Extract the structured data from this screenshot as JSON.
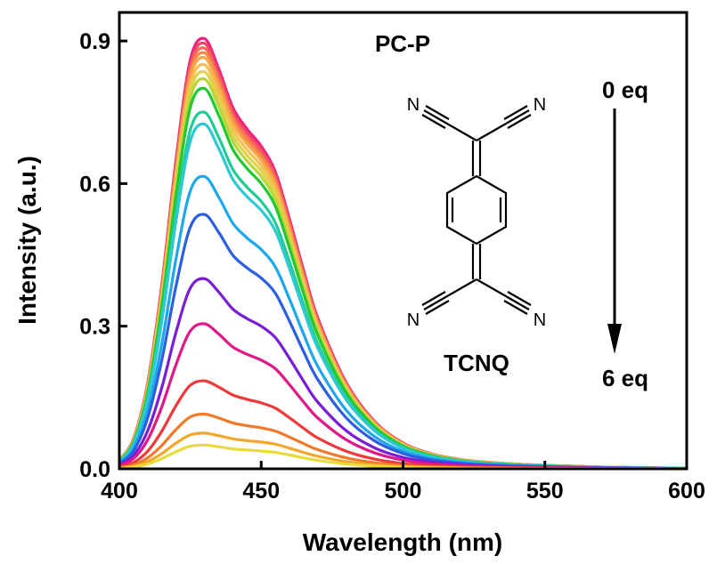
{
  "chart_data": {
    "type": "line",
    "title": "PC-P",
    "xlabel": "Wavelength (nm)",
    "ylabel": "Intensity (a.u.)",
    "xlim": [
      400,
      600
    ],
    "ylim": [
      0,
      0.96
    ],
    "xticks": [
      "400",
      "450",
      "500",
      "550",
      "600"
    ],
    "yticks": [
      "0.0",
      "0.3",
      "0.6",
      "0.9"
    ],
    "grid": false,
    "legend": "none",
    "annotations": {
      "start_label": "0 eq",
      "end_label": "6 eq",
      "molecule_name": "TCNQ",
      "atom_label": "N"
    },
    "curve_shape": {
      "x": [
        400,
        405,
        410,
        415,
        420,
        425,
        430,
        435,
        440,
        445,
        450,
        455,
        460,
        465,
        470,
        480,
        490,
        500,
        510,
        520,
        530,
        540,
        550,
        560,
        570,
        580,
        590,
        600
      ],
      "shape": [
        0.02,
        0.07,
        0.2,
        0.43,
        0.72,
        0.95,
        1.0,
        0.93,
        0.84,
        0.79,
        0.75,
        0.69,
        0.58,
        0.46,
        0.35,
        0.2,
        0.11,
        0.06,
        0.035,
        0.022,
        0.015,
        0.011,
        0.008,
        0.006,
        0.004,
        0.003,
        0.002,
        0.0015
      ]
    },
    "series": [
      {
        "peak": 0.905,
        "color": "#ee1f7d"
      },
      {
        "peak": 0.895,
        "color": "#f2446a"
      },
      {
        "peak": 0.885,
        "color": "#f46a56"
      },
      {
        "peak": 0.875,
        "color": "#f5884a"
      },
      {
        "peak": 0.865,
        "color": "#f7a84a"
      },
      {
        "peak": 0.85,
        "color": "#f4c04e"
      },
      {
        "peak": 0.835,
        "color": "#e0d24a"
      },
      {
        "peak": 0.82,
        "color": "#b6d63a"
      },
      {
        "peak": 0.8,
        "color": "#22c830"
      },
      {
        "peak": 0.75,
        "color": "#20cc96"
      },
      {
        "peak": 0.725,
        "color": "#30c8d2"
      },
      {
        "peak": 0.615,
        "color": "#1ea8ec"
      },
      {
        "peak": 0.535,
        "color": "#2c5fe0"
      },
      {
        "peak": 0.4,
        "color": "#7a1ed6"
      },
      {
        "peak": 0.305,
        "color": "#e0188a"
      },
      {
        "peak": 0.185,
        "color": "#ee3a3a"
      },
      {
        "peak": 0.115,
        "color": "#f07a28"
      },
      {
        "peak": 0.075,
        "color": "#f2a82a"
      },
      {
        "peak": 0.05,
        "color": "#e8dc3a"
      }
    ]
  }
}
